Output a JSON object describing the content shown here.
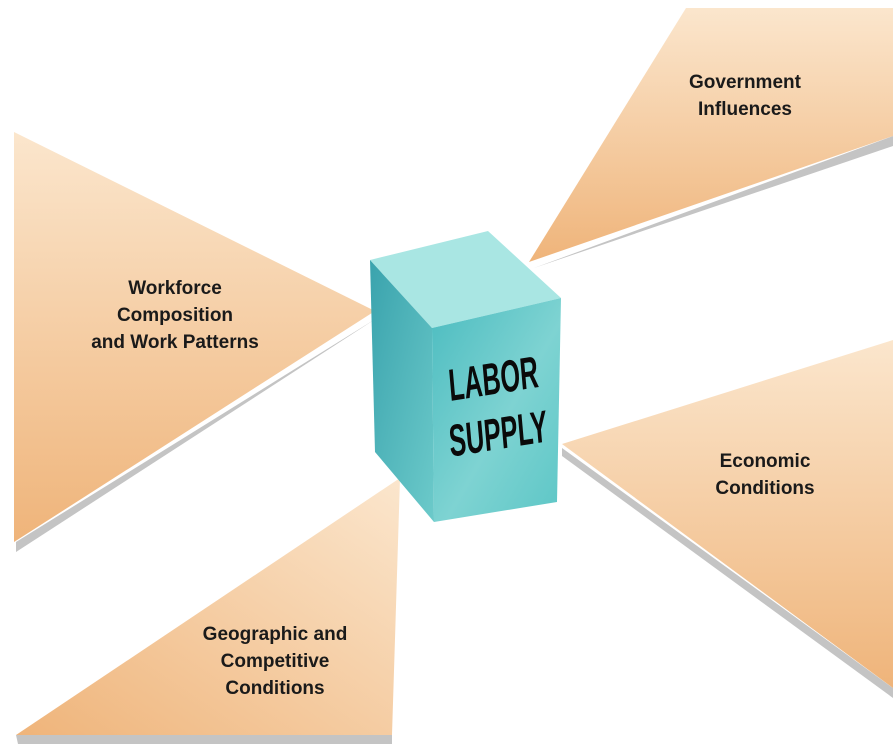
{
  "center": {
    "line1": "LABOR",
    "line2": "SUPPLY",
    "front_color": "#5cc6c6",
    "side_color": "#3aa3ad",
    "top_color": "#a9e6e3"
  },
  "factors": {
    "government": {
      "line1": "Government",
      "line2": "Influences"
    },
    "workforce": {
      "line1": "Workforce",
      "line2": "Composition",
      "line3": "and Work Patterns"
    },
    "economic": {
      "line1": "Economic",
      "line2": "Conditions"
    },
    "geographic": {
      "line1": "Geographic and",
      "line2": "Competitive",
      "line3": "Conditions"
    }
  },
  "colors": {
    "wedge_light": "#fbe3c6",
    "wedge_dark": "#efb47a",
    "wedge_shadow": "#c4c4c4"
  }
}
